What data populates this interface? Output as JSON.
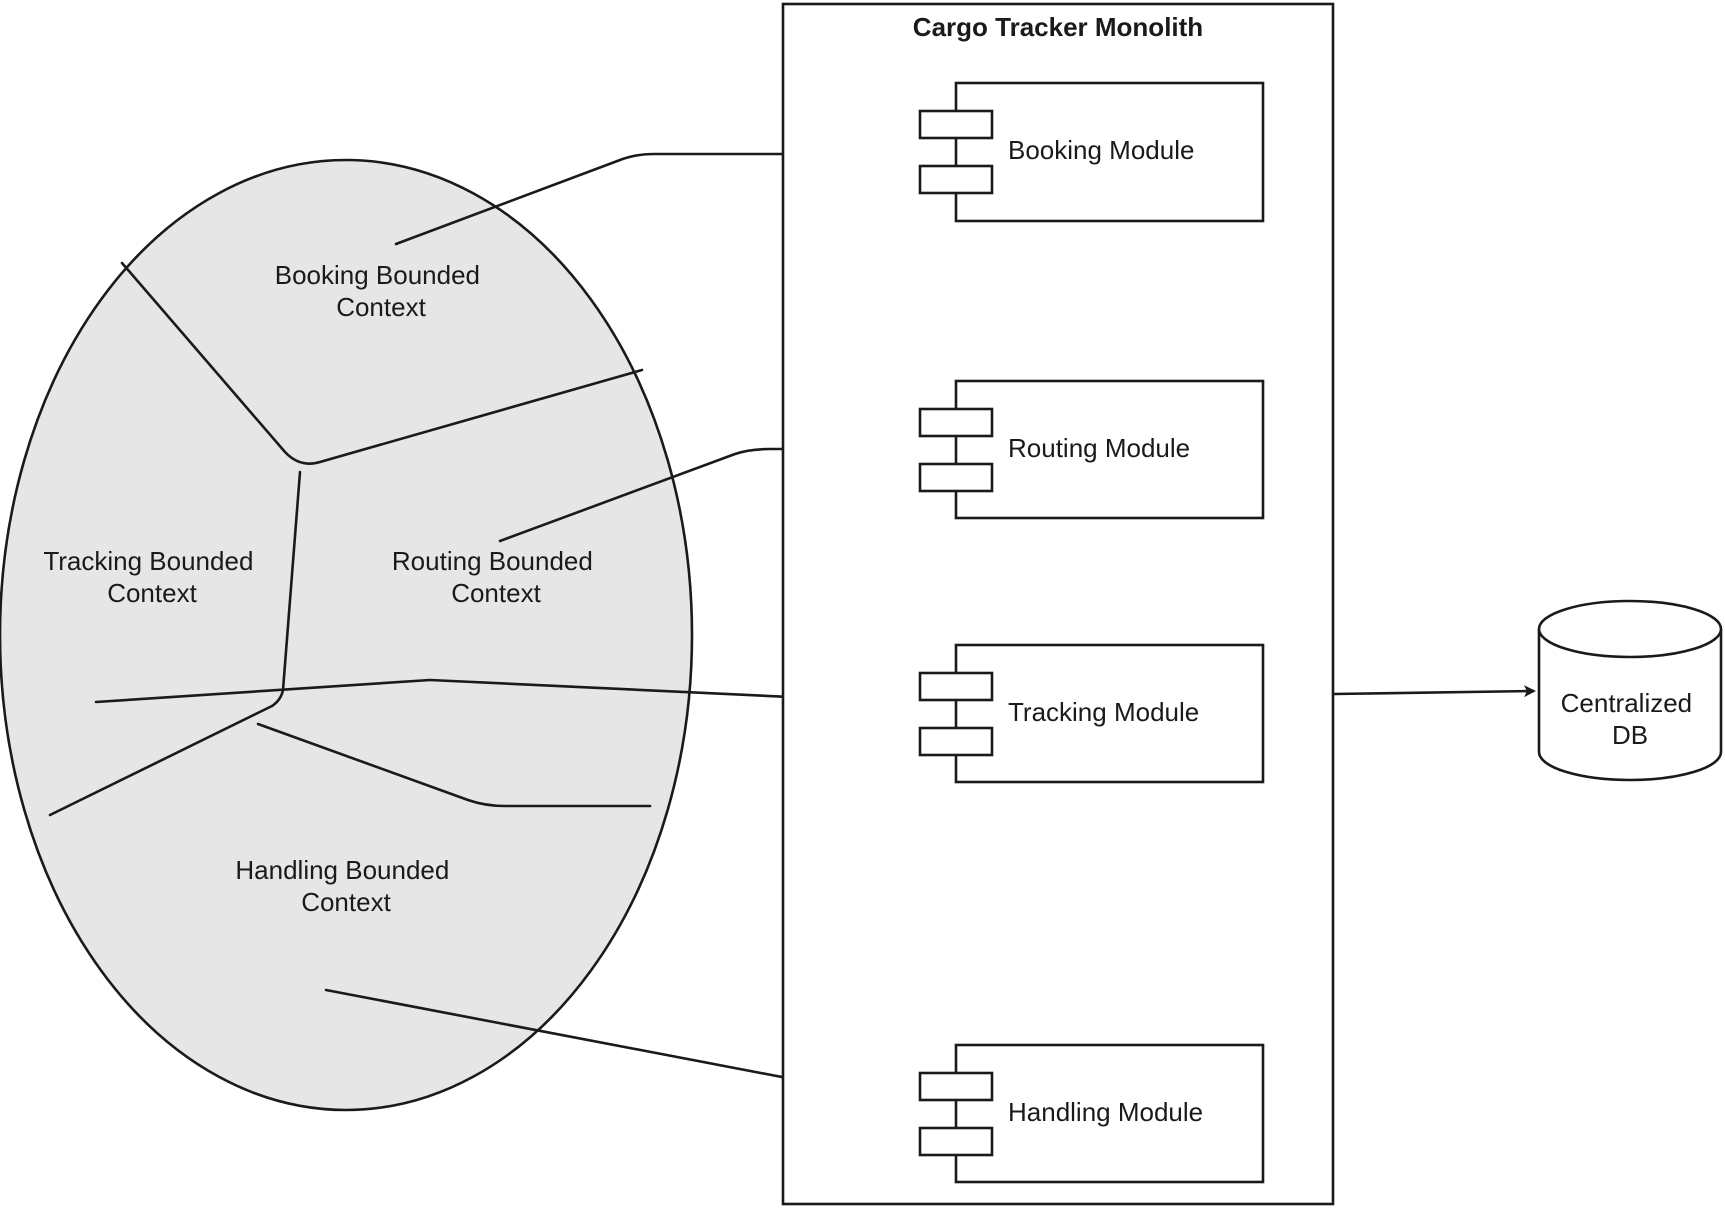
{
  "colors": {
    "ellipse_fill": "#e6e6e6",
    "stroke": "#1a1a1a",
    "background": "#ffffff"
  },
  "contexts": {
    "booking": {
      "line1": "Booking Bounded",
      "line2": "Context"
    },
    "tracking": {
      "line1": "Tracking Bounded",
      "line2": "Context"
    },
    "routing": {
      "line1": "Routing Bounded",
      "line2": "Context"
    },
    "handling": {
      "line1": "Handling Bounded",
      "line2": "Context"
    }
  },
  "monolith": {
    "title": "Cargo Tracker Monolith",
    "modules": {
      "booking": "Booking Module",
      "routing": "Routing Module",
      "tracking": "Tracking Module",
      "handling": "Handling Module"
    }
  },
  "database": {
    "line1": "Centralized",
    "line2": "DB",
    "icon": "cylinder-icon"
  }
}
